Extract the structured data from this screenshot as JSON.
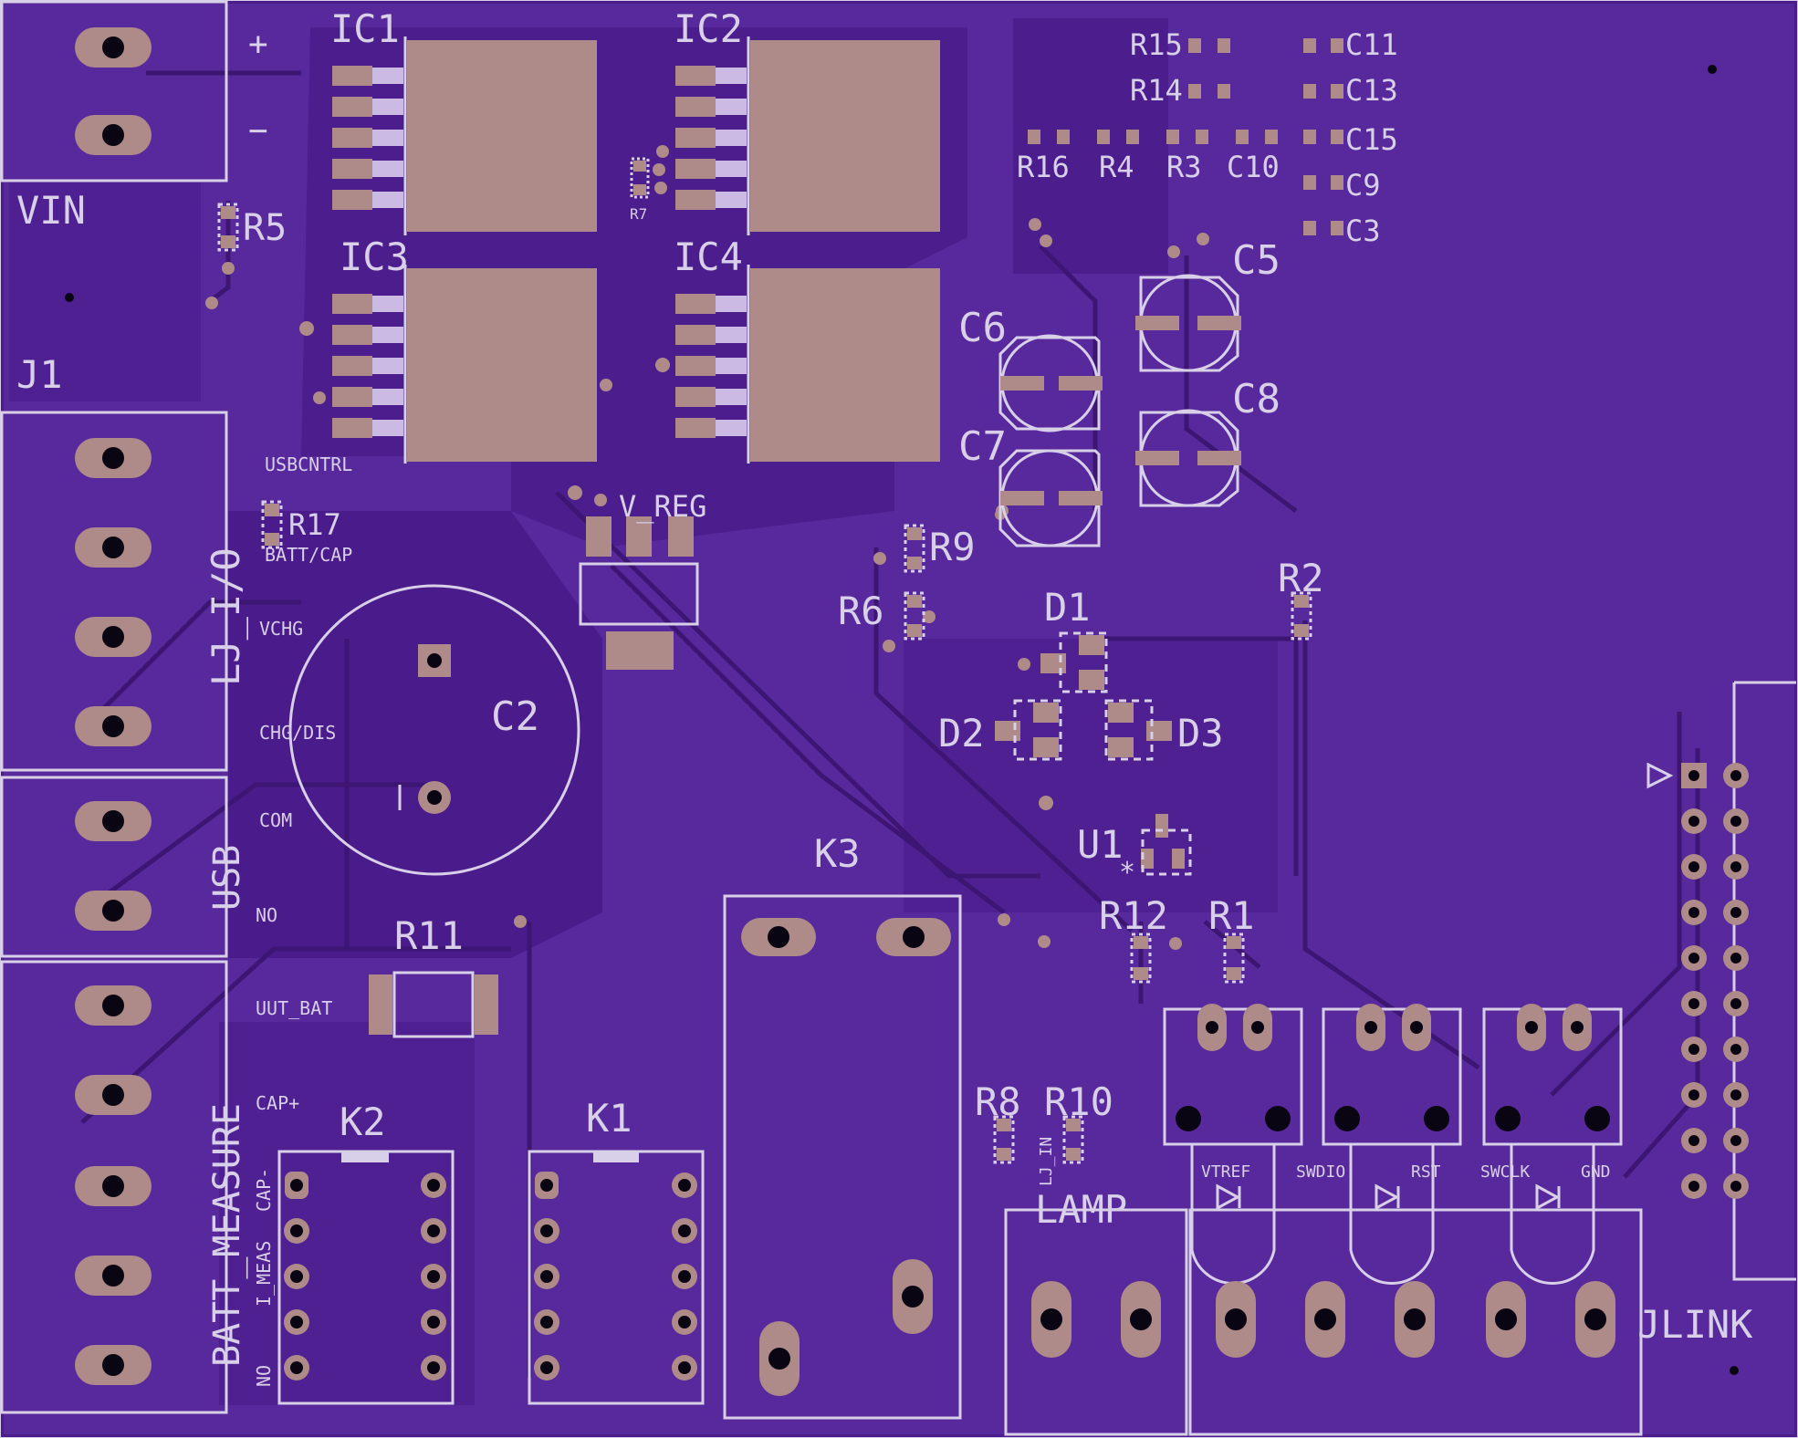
{
  "board": {
    "colors": {
      "substrate": "#4a1c8c",
      "copper": "#5a2aa0",
      "silk": "#d8cfe8",
      "pad": "#ae8a88"
    }
  },
  "labels": {
    "ic1": "IC1",
    "ic2": "IC2",
    "ic3": "IC3",
    "ic4": "IC4",
    "r1": "R1",
    "r2": "R2",
    "r3": "R3",
    "r4": "R4",
    "r5": "R5",
    "r6": "R6",
    "r7": "R7",
    "r8": "R8",
    "r9": "R9",
    "r10": "R10",
    "r11": "R11",
    "r12": "R12",
    "r14": "R14",
    "r15": "R15",
    "r16": "R16",
    "r17": "R17",
    "c2": "C2",
    "c3": "C3",
    "c5": "C5",
    "c6": "C6",
    "c7": "C7",
    "c8": "C8",
    "c9": "C9",
    "c10": "C10",
    "c11": "C11",
    "c13": "C13",
    "c15": "C15",
    "d1": "D1",
    "d2": "D2",
    "d3": "D3",
    "u1": "U1",
    "k1": "K1",
    "k2": "K2",
    "k3": "K3",
    "j1": "J1",
    "vin": "VIN",
    "plus": "+",
    "minus": "−",
    "lj_io": "LJ_I/O",
    "usb": "USB",
    "batt_measure": "BATT_MEASURE",
    "v_reg": "V_REG",
    "lamp": "LAMP",
    "jlink": "JLINK",
    "usbcntrl": "USBCNTRL",
    "batt_cap": "BATT/CAP",
    "vchg": "VCHG",
    "chg_dis": "CHG/DIS",
    "com": "COM",
    "no": "NO",
    "uut_bat": "UUT_BAT",
    "cap_plus": "CAP+",
    "cap_minus": "CAP-",
    "i_meas": "I_MEAS",
    "no2": "NO",
    "lj_in": "LJ_IN",
    "vtref": "VTREF",
    "swdio": "SWDIO",
    "rst": "RST",
    "swclk": "SWCLK",
    "gnd": "GND"
  }
}
